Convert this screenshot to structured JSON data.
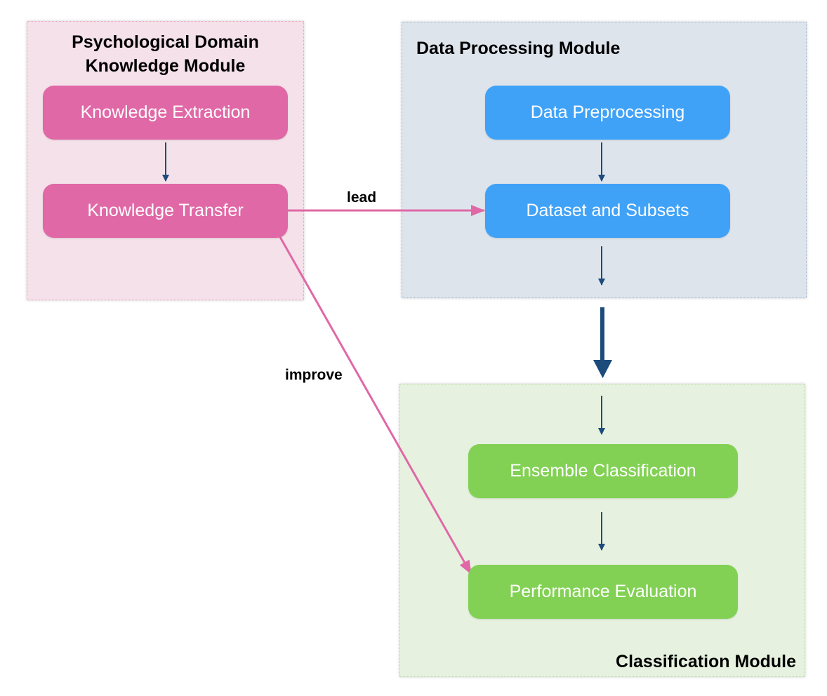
{
  "colors": {
    "psych_module_bg": "#f5e1e9",
    "data_module_bg": "#dde4ec",
    "class_module_bg": "#e6f2df",
    "pink_node": "#e068a6",
    "blue_node": "#40a2f7",
    "green_node": "#82d154",
    "dark_arrow": "#1c4c7c",
    "pink_arrow": "#e068a6"
  },
  "modules": {
    "psych": {
      "title": "Psychological Domain Knowledge Module"
    },
    "data": {
      "title": "Data Processing Module"
    },
    "classification": {
      "title": "Classification Module"
    }
  },
  "nodes": {
    "knowledge_extraction": "Knowledge Extraction",
    "knowledge_transfer": "Knowledge Transfer",
    "data_preprocessing": "Data Preprocessing",
    "dataset_subsets": "Dataset and Subsets",
    "ensemble_classification": "Ensemble Classification",
    "performance_evaluation": "Performance Evaluation"
  },
  "edges": {
    "lead_label": "lead",
    "improve_label": "improve"
  }
}
